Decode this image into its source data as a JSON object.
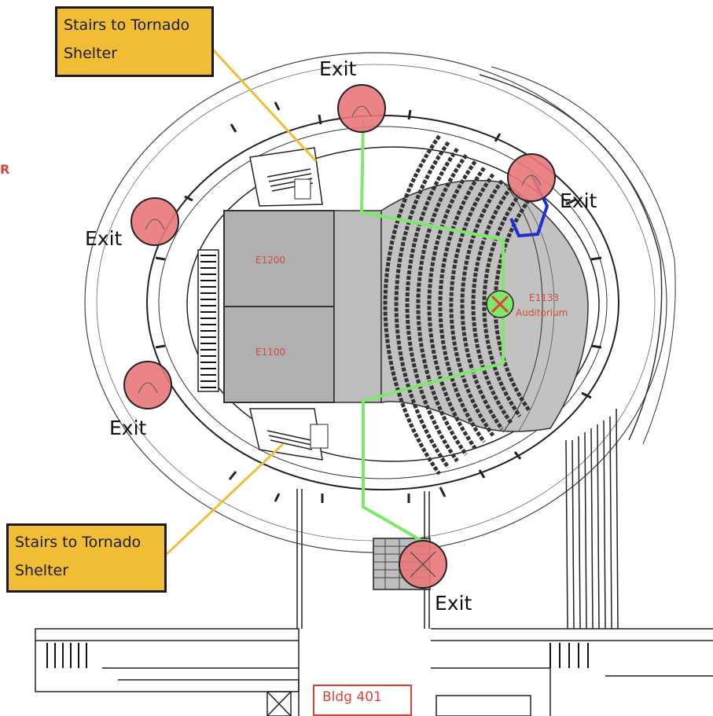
{
  "callouts": {
    "top": "Stairs to Tornado Shelter",
    "bottom": "Stairs to Tornado Shelter"
  },
  "exits": {
    "top": "Exit",
    "right": "Exit",
    "left_upper": "Exit",
    "left_lower": "Exit",
    "bottom": "Exit"
  },
  "rooms": {
    "e1200": "E1200",
    "e1100": "E1100",
    "e1133": "E1133",
    "auditorium": "Auditorium"
  },
  "building": "Bldg 401",
  "edge_mark": "R",
  "colors": {
    "route_green": "#7ee86a",
    "route_blue": "#1c2fd6",
    "exit_circle": "#e8777a",
    "callout_fill": "#f0bd35",
    "room_fill": "#b0b0b0",
    "label_red": "#d44a3a"
  }
}
